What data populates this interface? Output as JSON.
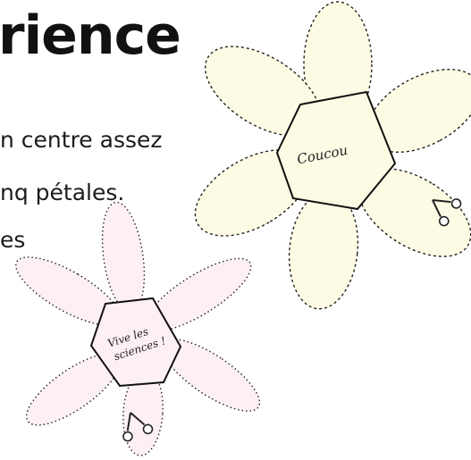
{
  "heading": {
    "title": "rience"
  },
  "body_lines": [
    "n centre assez",
    "nq pétales.",
    "es"
  ],
  "flowers": {
    "big": {
      "label": "Coucou",
      "fill": "#fdfbe4"
    },
    "small": {
      "label_line1": "Vive les",
      "label_line2": "sciences !",
      "fill": "#fdf0f5"
    }
  },
  "icons": {
    "scissors": "scissors-icon"
  }
}
